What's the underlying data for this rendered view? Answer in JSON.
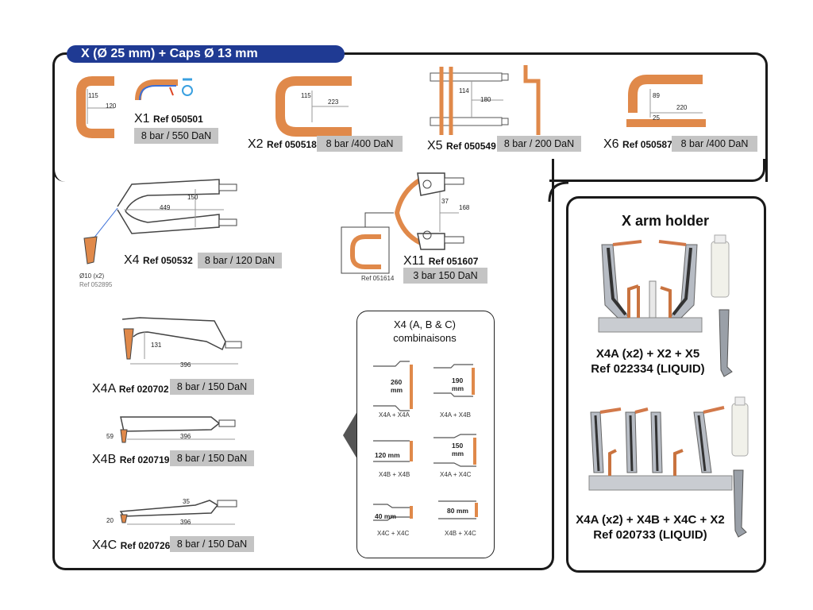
{
  "header": {
    "title": "X (Ø 25 mm) +  Caps Ø 13 mm"
  },
  "items": [
    {
      "code": "X1",
      "ref": "Ref 050501",
      "spec": "8 bar / 550 DaN",
      "dims": [
        "115",
        "120"
      ]
    },
    {
      "code": "X2",
      "ref": "Ref 050518",
      "spec": "8 bar /400 DaN",
      "dims": [
        "115",
        "223"
      ]
    },
    {
      "code": "X5",
      "ref": "Ref 050549",
      "spec": "8 bar / 200 DaN",
      "dims": [
        "114",
        "180"
      ]
    },
    {
      "code": "X6",
      "ref": "Ref 050587",
      "spec": "8 bar /400 DaN",
      "dims": [
        "89",
        "220",
        "25"
      ]
    },
    {
      "code": "X4",
      "ref": "Ref 050532",
      "spec": "8 bar / 120 DaN",
      "dims": [
        "150",
        "449"
      ]
    },
    {
      "code": "X11",
      "ref": "Ref 051607",
      "spec": "3 bar 150 DaN",
      "dims": [
        "37",
        "168"
      ]
    },
    {
      "code": "X4A",
      "ref": "Ref 020702",
      "spec": "8 bar / 150 DaN",
      "dims": [
        "131",
        "396"
      ]
    },
    {
      "code": "X4B",
      "ref": "Ref 020719",
      "spec": "8 bar / 150 DaN",
      "dims": [
        "59",
        "396"
      ]
    },
    {
      "code": "X4C",
      "ref": "Ref 020726",
      "spec": "8 bar / 150 DaN",
      "dims": [
        "35",
        "20",
        "396"
      ]
    }
  ],
  "notes": {
    "x4_tip": "Ø10 (x2)",
    "x4_tip_ref": "Ref 052895",
    "x11_inset_ref": "Ref 051614"
  },
  "combinations": {
    "title_line1": "X4 (A, B & C)",
    "title_line2": "combinaisons",
    "items": [
      {
        "dim": "260\nmm",
        "label": "X4A + X4A"
      },
      {
        "dim": "190\nmm",
        "label": "X4A + X4B"
      },
      {
        "dim": "120 mm",
        "label": "X4B + X4B"
      },
      {
        "dim": "150\nmm",
        "label": "X4A + X4C"
      },
      {
        "dim": "40 mm",
        "label": "X4C + X4C"
      },
      {
        "dim": "80 mm",
        "label": "X4B + X4C"
      }
    ]
  },
  "arm_holder": {
    "title": "X arm holder",
    "kit1_line1": "X4A (x2) + X2 + X5",
    "kit1_line2": "Ref 022334 (LIQUID)",
    "kit2_line1": "X4A (x2) + X4B + X4C + X2",
    "kit2_line2": "Ref 020733 (LIQUID)"
  },
  "colors": {
    "header_bg": "#1f3a93",
    "copper": "#e0894a",
    "spec_bg": "#c4c4c4",
    "frame": "#1a1a1a"
  }
}
